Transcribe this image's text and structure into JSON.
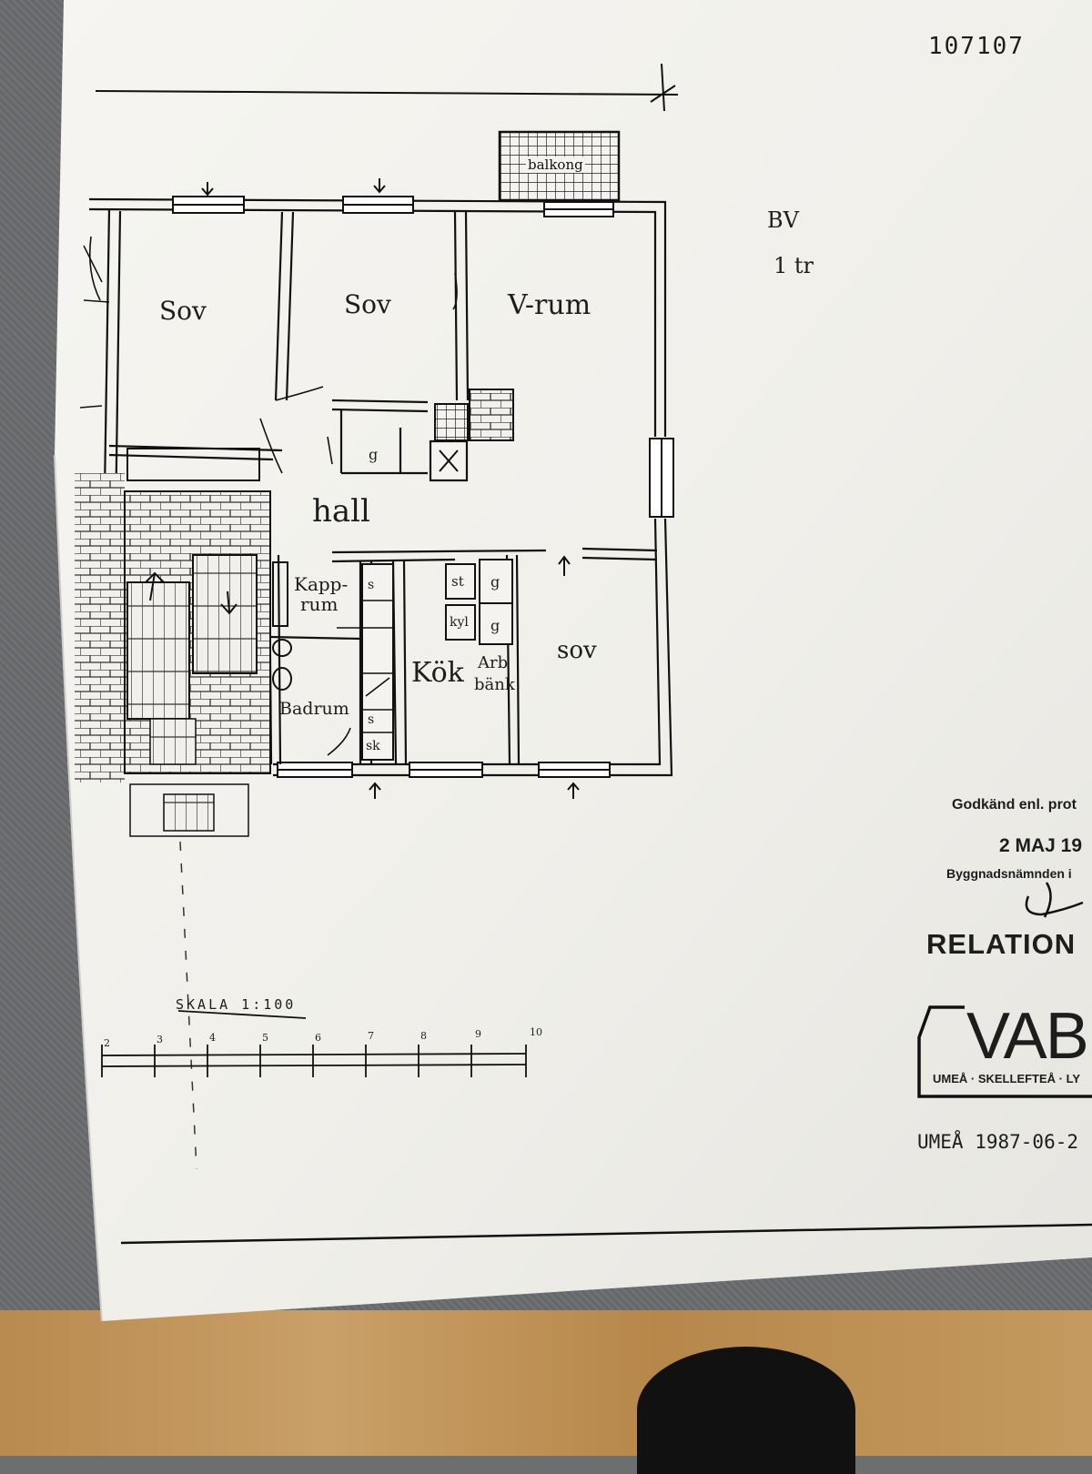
{
  "document_number": "107107",
  "rooms": {
    "sov_1": "Sov",
    "sov_2": "Sov",
    "vardagsrum": "V-rum",
    "hall": "hall",
    "kapprum_1": "Kapp-",
    "kapprum_2": "rum",
    "badrum": "Badrum",
    "kok": "Kök",
    "arbetsbank_1": "Arb",
    "arbetsbank_2": "bänk",
    "sov_3": "sov",
    "balkong": "balkong"
  },
  "fixtures": {
    "g_1": "g",
    "g_2": "g",
    "g_3": "g",
    "st": "st",
    "kyl": "kyl",
    "s_1": "s",
    "s_2": "s",
    "sk": "sk"
  },
  "annotations": {
    "side_note_1": "BV",
    "side_note_2": "1 tr"
  },
  "stamp": {
    "approved": "Godkänd enl. prot",
    "date": "2 MAJ 19",
    "board": "Byggnadsnämnden i"
  },
  "title_block": {
    "relation": "RELATION",
    "company": "VAB",
    "cities": "UMEÅ · SKELLEFTEÅ · LY",
    "place_date": "UMEÅ   1987-06-2"
  },
  "scale": {
    "label": "SKALA 1:100",
    "ticks": [
      "2",
      "3",
      "4",
      "5",
      "6",
      "7",
      "8",
      "9",
      "10"
    ]
  }
}
